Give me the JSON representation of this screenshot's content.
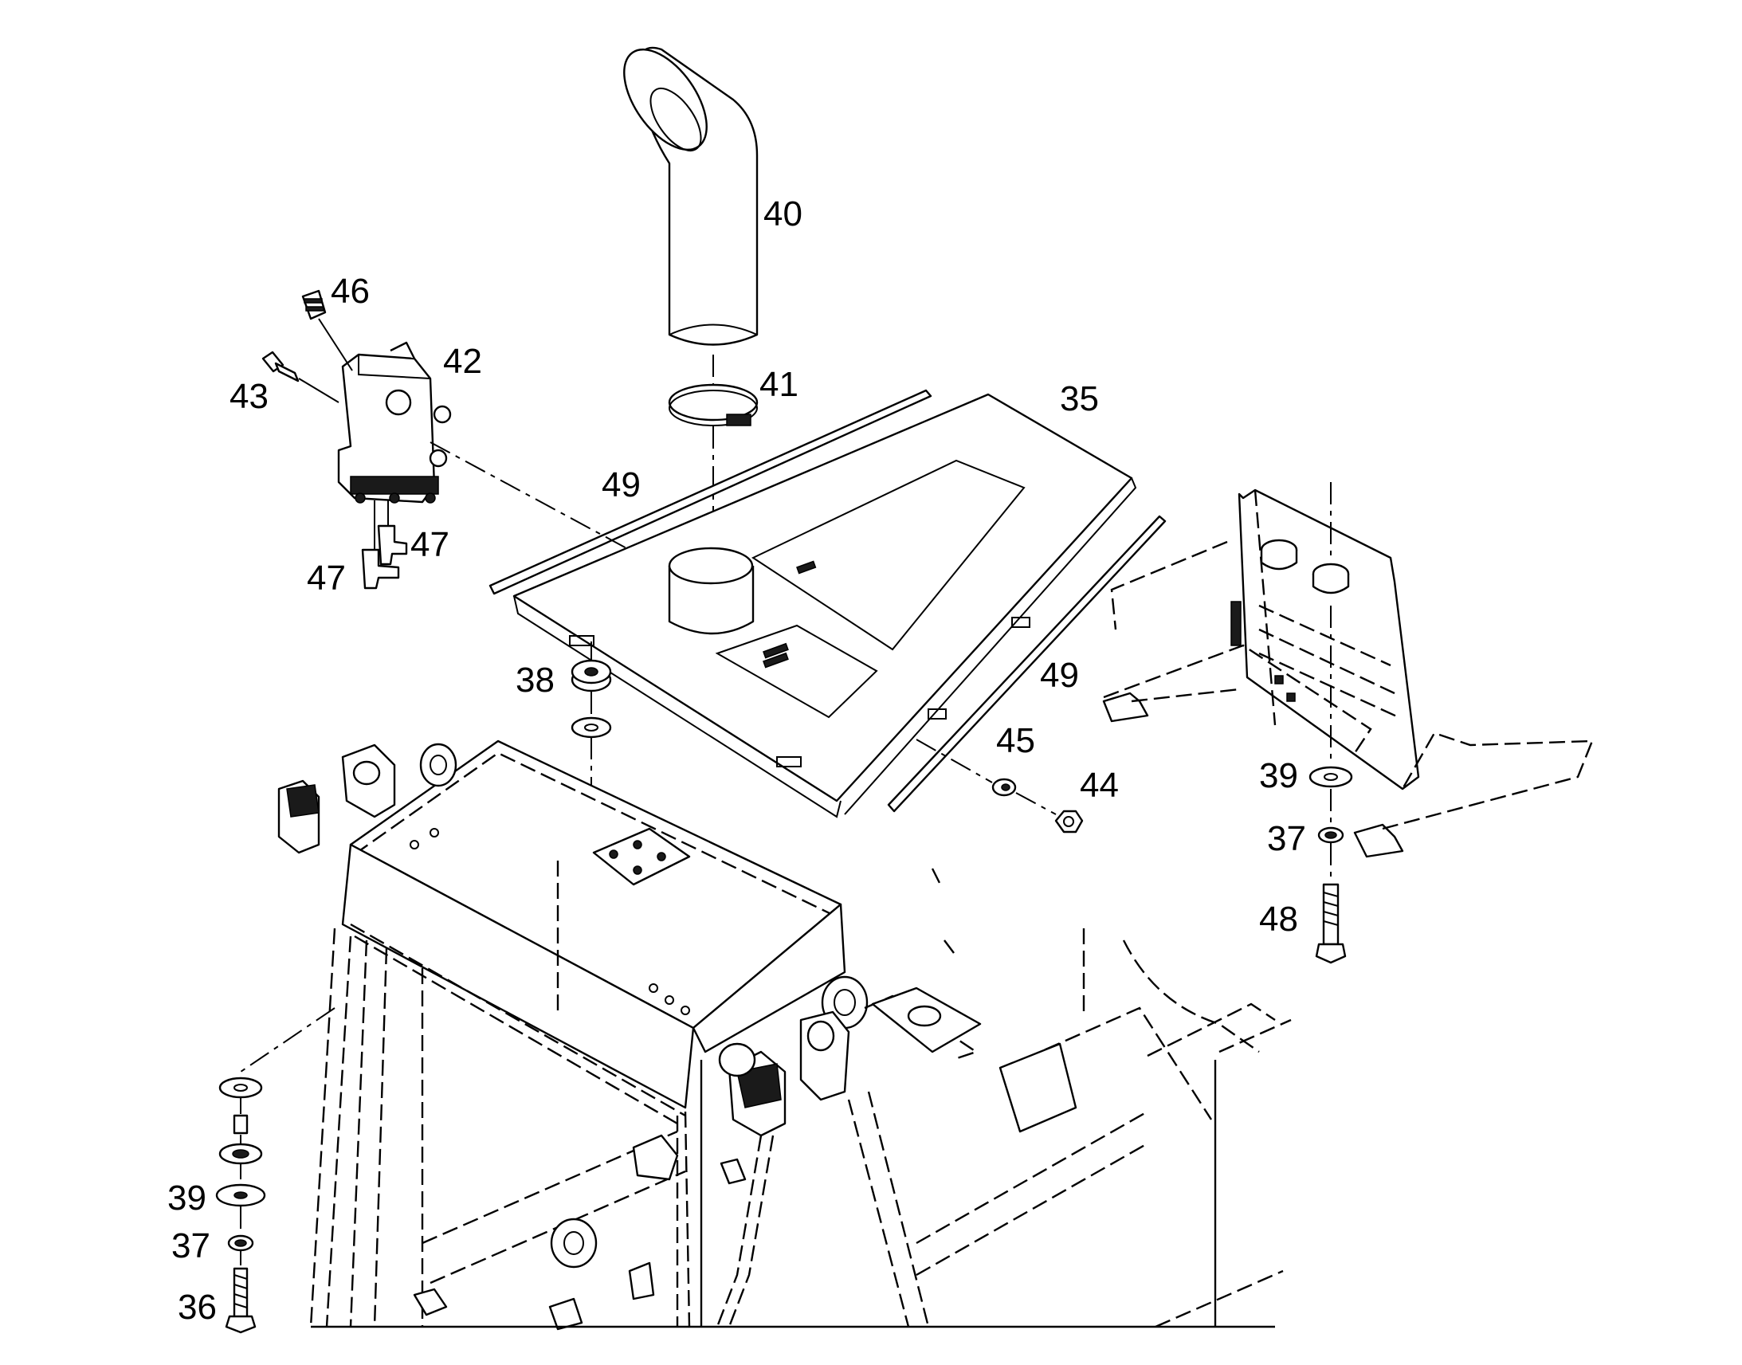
{
  "diagram": {
    "colors": {
      "line": "#000000",
      "background": "#ffffff"
    },
    "callouts": [
      {
        "id": "c40",
        "text": "40"
      },
      {
        "id": "c46",
        "text": "46"
      },
      {
        "id": "c42",
        "text": "42"
      },
      {
        "id": "c43",
        "text": "43"
      },
      {
        "id": "c41",
        "text": "41"
      },
      {
        "id": "c35",
        "text": "35"
      },
      {
        "id": "c49a",
        "text": "49"
      },
      {
        "id": "c47a",
        "text": "47"
      },
      {
        "id": "c47b",
        "text": "47"
      },
      {
        "id": "c38",
        "text": "38"
      },
      {
        "id": "c49b",
        "text": "49"
      },
      {
        "id": "c45",
        "text": "45"
      },
      {
        "id": "c44",
        "text": "44"
      },
      {
        "id": "c39a",
        "text": "39"
      },
      {
        "id": "c37a",
        "text": "37"
      },
      {
        "id": "c48",
        "text": "48"
      },
      {
        "id": "c39b",
        "text": "39"
      },
      {
        "id": "c37b",
        "text": "37"
      },
      {
        "id": "c36",
        "text": "36"
      }
    ]
  }
}
